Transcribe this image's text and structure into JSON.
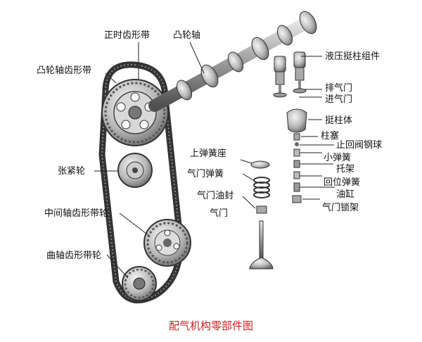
{
  "labels": {
    "timing_belt": "正时齿形带",
    "camshaft": "凸轮轴",
    "camshaft_pulley": "凸轮轴齿形带",
    "hydraulic_tappet_assembly": "液压挺柱组件",
    "exhaust_valve": "排气门",
    "intake_valve": "进气门",
    "tappet_body": "挺柱体",
    "plunger": "柱塞",
    "check_valve_ball": "止回阀钢球",
    "small_spring": "小弹簧",
    "bracket": "托架",
    "return_spring": "回位弹簧",
    "oil_cylinder": "油缸",
    "valve_lock_bracket": "气门锁架",
    "upper_spring_seat": "上弹簧座",
    "valve_spring": "气门弹簧",
    "tensioner": "张紧轮",
    "valve_oil_seal": "气门油封",
    "valve": "气门",
    "intermediate_shaft_pulley": "中间轴齿形带轮",
    "crankshaft_pulley": "曲轴齿形带轮"
  },
  "caption": "配气机构零部件图",
  "colors": {
    "caption": "#cc2222",
    "line": "#222222",
    "metal": "#bdbdbd"
  }
}
